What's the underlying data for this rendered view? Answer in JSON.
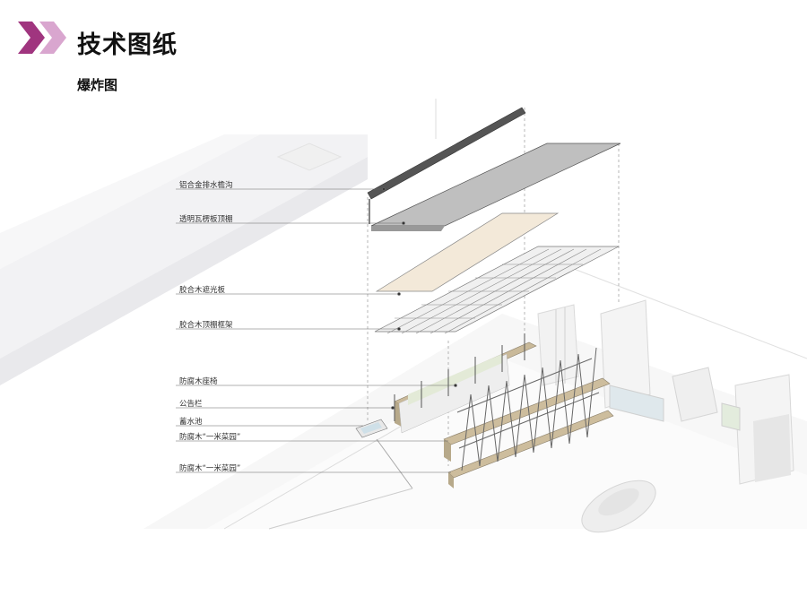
{
  "header": {
    "title": "技术图纸",
    "subtitle": "爆炸图",
    "accent_colors": [
      "#a0357f",
      "#d9a6cf"
    ]
  },
  "diagram": {
    "labels": [
      "铝合金排水檐沟",
      "透明瓦楞板顶棚",
      "胶合木遮光板",
      "胶合木顶棚框架",
      "防腐木座椅",
      "公告栏",
      "蓄水池",
      "防腐木“一米菜园”",
      "防腐木“一米菜园”"
    ]
  }
}
